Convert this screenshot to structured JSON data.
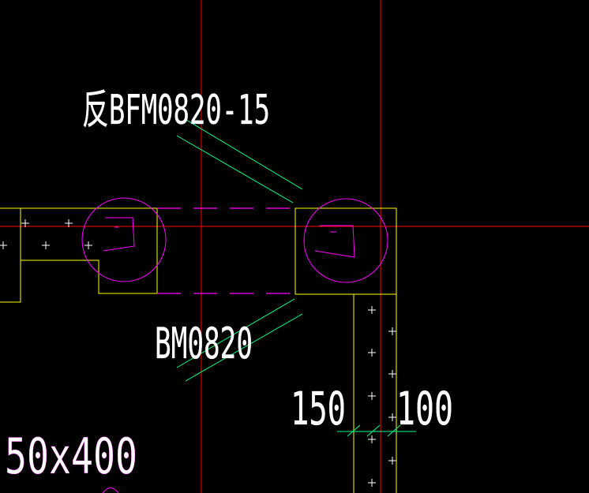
{
  "drawing": {
    "labels": {
      "door_top": "反BFM0820-15",
      "door_bottom": "BM0820",
      "dim_left": "150",
      "dim_right": "100",
      "section_size": "50x400"
    },
    "colors": {
      "background": "#000000",
      "axis_line": "#ff0000",
      "wall_outline": "#ffff00",
      "door_dashed": "#ff00ff",
      "column_circle": "#ff00ff",
      "leader_line": "#00ff88",
      "text": "#ffffff",
      "section_text": "#ff00ff",
      "cross_mark": "#ffffff"
    }
  }
}
